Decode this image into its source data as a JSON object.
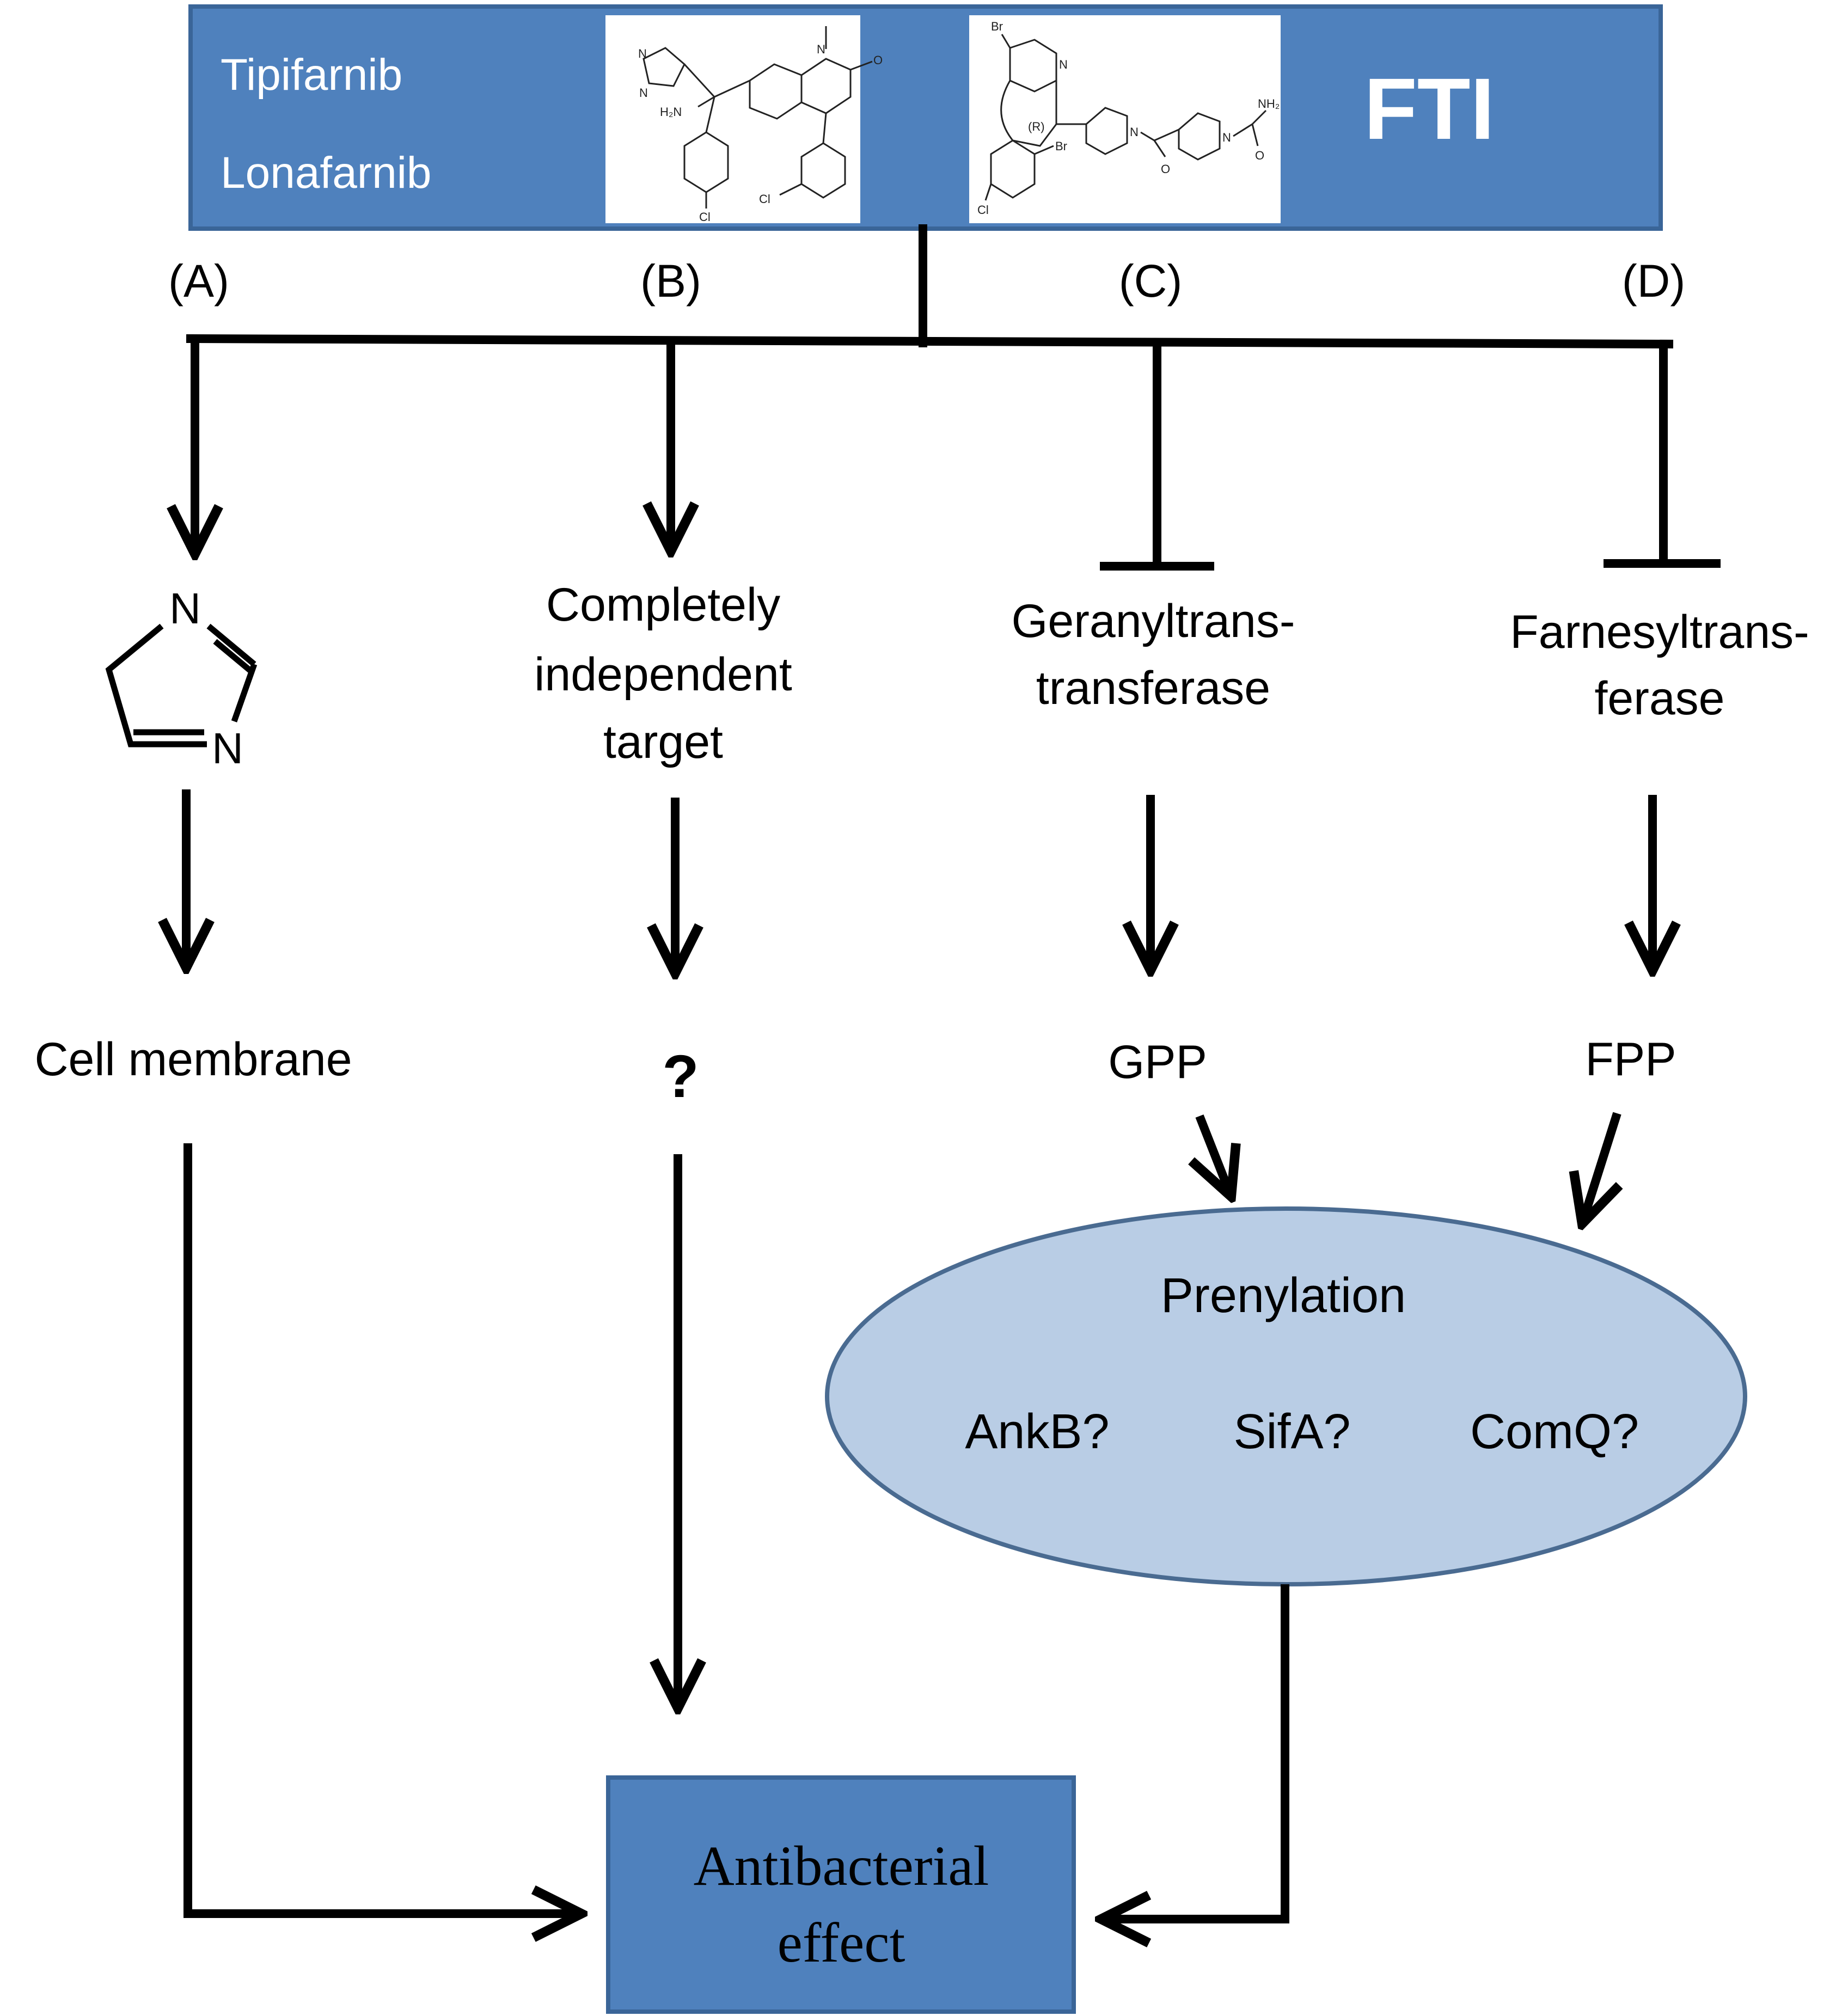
{
  "header": {
    "drug_1": "Tipifarnib",
    "drug_2": "Lonafarnib",
    "class_label": "FTI",
    "structure_1_icon": "tipifarnib-structure-icon",
    "structure_2_icon": "lonafarnib-structure-icon"
  },
  "branches": {
    "a_label": "(A)",
    "b_label": "(B)",
    "c_label": "(C)",
    "d_label": "(D)"
  },
  "imidazole": {
    "n_top": "N",
    "n_bottom": "N",
    "icon": "imidazole-ring-icon"
  },
  "targets": {
    "b_line1": "Completely",
    "b_line2": "independent",
    "b_line3": "target",
    "c_line1": "Geranyltrans-",
    "c_line2": "transferase",
    "d_line1": "Farnesyltrans-",
    "d_line2": "ferase"
  },
  "outcomes": {
    "a": "Cell membrane",
    "b": "?",
    "c": "GPP",
    "d": "FPP"
  },
  "prenylation": {
    "title": "Prenylation",
    "candidate_1": "AnkB?",
    "candidate_2": "SifA?",
    "candidate_3": "ComQ?"
  },
  "result": {
    "line1": "Antibacterial",
    "line2": "effect"
  },
  "colors": {
    "header_fill": "#4f81bd",
    "header_border": "#3a6598",
    "ellipse_fill": "#b9cde5",
    "ellipse_border": "#4a6b91",
    "result_fill": "#4f81bd",
    "line": "#000000"
  }
}
